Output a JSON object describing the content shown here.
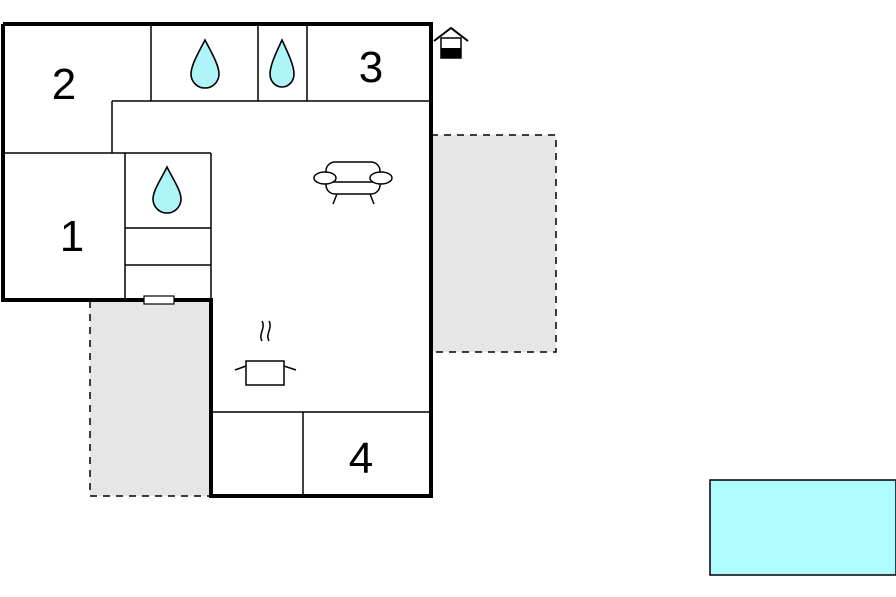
{
  "rooms": [
    {
      "id": "room-1",
      "label": "1"
    },
    {
      "id": "room-2",
      "label": "2"
    },
    {
      "id": "room-3",
      "label": "3"
    },
    {
      "id": "room-4",
      "label": "4"
    }
  ],
  "icons": {
    "bathroom": "water-drop-icon",
    "living": "sofa-icon",
    "kitchen": "cooking-pot-icon",
    "entrance": "house-entrance-icon"
  },
  "colors": {
    "wall": "#000000",
    "terrace": "#e6e6e6",
    "pool": "#aefcff",
    "water_drop": "#aef4f9",
    "background": "#ffffff"
  }
}
